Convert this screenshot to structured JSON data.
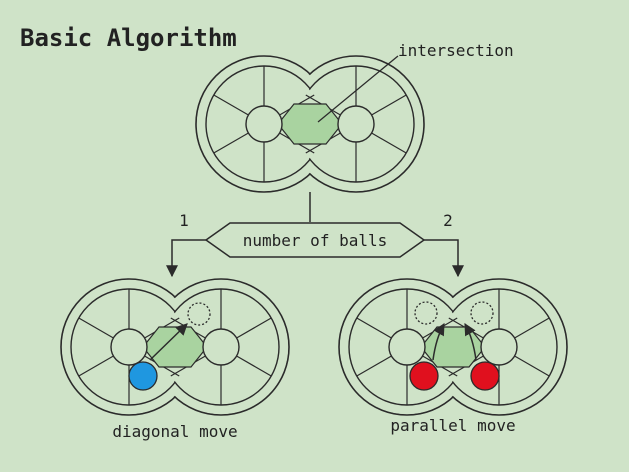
{
  "title": "Basic Algorithm",
  "annotation": "intersection",
  "decision": {
    "label": "number of balls",
    "left_branch": "1",
    "right_branch": "2"
  },
  "outcomes": {
    "left": "diagonal move",
    "right": "parallel move"
  },
  "colors": {
    "background": "#cfe3c8",
    "intersection_fill": "#a9d3a0",
    "blue_ball": "#1f97e0",
    "red_ball": "#e0101e",
    "line": "#2b2b2b"
  }
}
